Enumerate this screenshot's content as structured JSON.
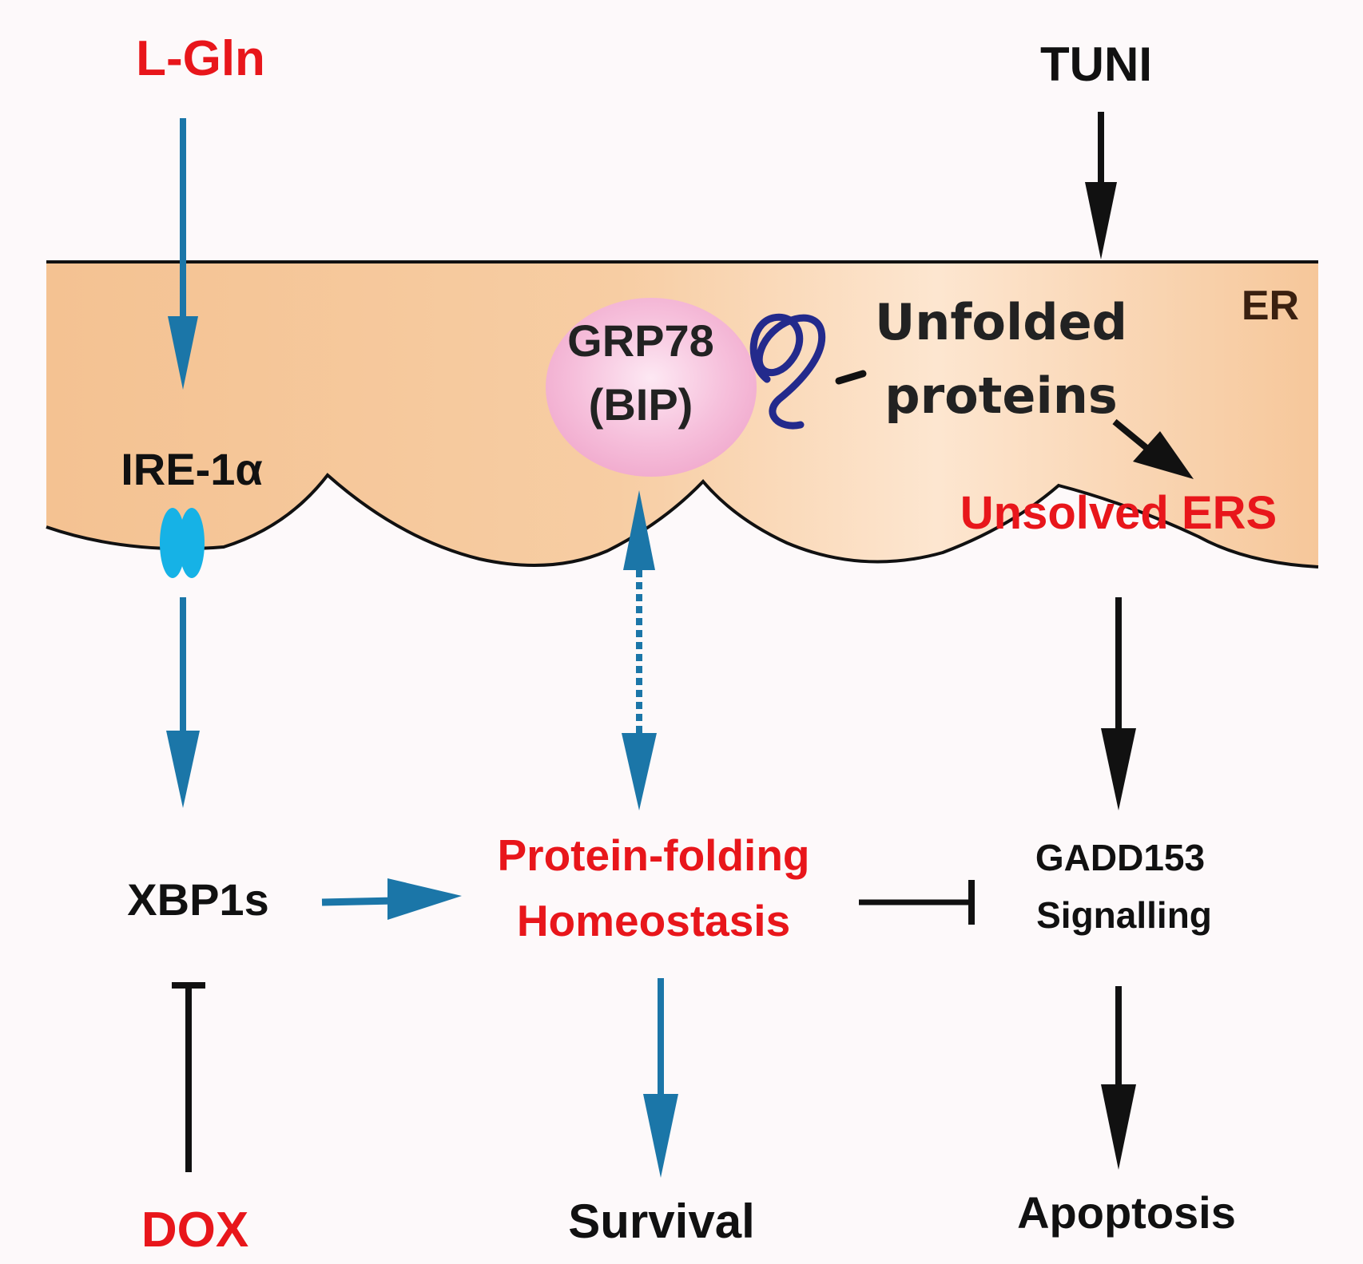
{
  "labels": {
    "l_gln": "L-Gln",
    "tuni": "TUNI",
    "er": "ER",
    "grp78": "GRP78",
    "bip": "(BIP)",
    "unfolded": "Unfolded",
    "proteins": "proteins",
    "ire1a": "IRE-1α",
    "unsolved_ers": "Unsolved ERS",
    "xbp1s": "XBP1s",
    "protein_folding": "Protein-folding",
    "homeostasis": "Homeostasis",
    "gadd153": "GADD153",
    "signalling": "Signalling",
    "dox": "DOX",
    "survival": "Survival",
    "apoptosis": "Apoptosis"
  },
  "colors": {
    "activation_arrow": "#1b76a8",
    "inhibition": "#111111",
    "er_lumen": "#f4c292",
    "grp78_body": "#f6b9d6",
    "ire1a_receptor": "#16b2e6",
    "unfolded_protein": "#232a8c",
    "highlight_text": "#e8161b"
  }
}
